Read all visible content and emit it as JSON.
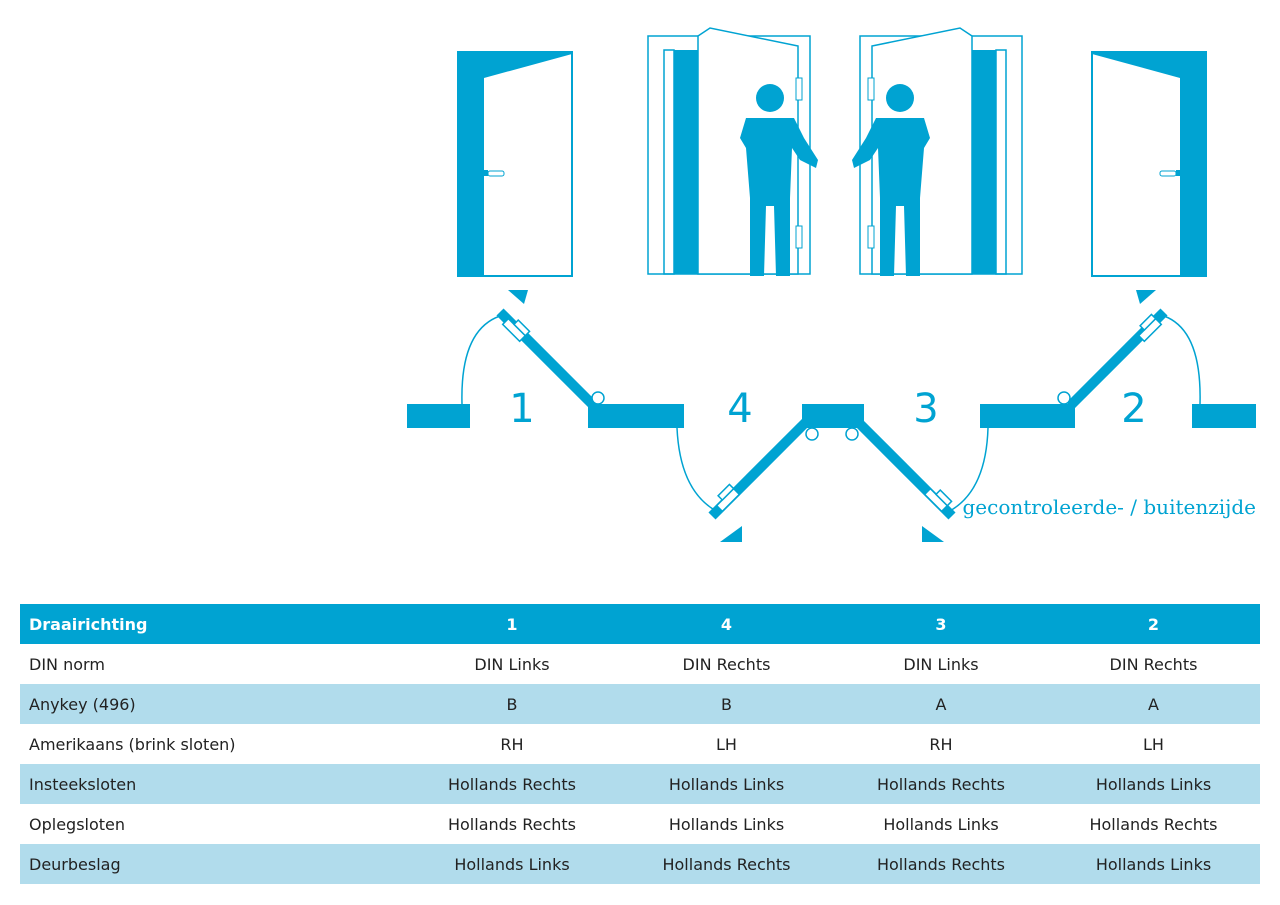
{
  "colors": {
    "accent": "#00a3d2",
    "row_alt": "#b1dcec",
    "text": "#222222"
  },
  "diagram": {
    "numbers": [
      "1",
      "4",
      "3",
      "2"
    ],
    "caption": "gecontroleerde- / buitenzijde",
    "icons": [
      "door-front-icon",
      "person-door-icon",
      "door-plan-icon"
    ]
  },
  "table": {
    "header": [
      "Draairichting",
      "1",
      "4",
      "3",
      "2"
    ],
    "rows": [
      [
        "DIN norm",
        "DIN Links",
        "DIN Rechts",
        "DIN Links",
        "DIN Rechts"
      ],
      [
        "Anykey (496)",
        "B",
        "B",
        "A",
        "A"
      ],
      [
        "Amerikaans (brink sloten)",
        "RH",
        "LH",
        "RH",
        "LH"
      ],
      [
        "Insteeksloten",
        "Hollands Rechts",
        "Hollands Links",
        "Hollands Rechts",
        "Hollands Links"
      ],
      [
        "Oplegsloten",
        "Hollands Rechts",
        "Hollands Links",
        "Hollands Links",
        "Hollands Rechts"
      ],
      [
        "Deurbeslag",
        "Hollands Links",
        "Hollands Rechts",
        "Hollands Rechts",
        "Hollands Links"
      ]
    ]
  }
}
